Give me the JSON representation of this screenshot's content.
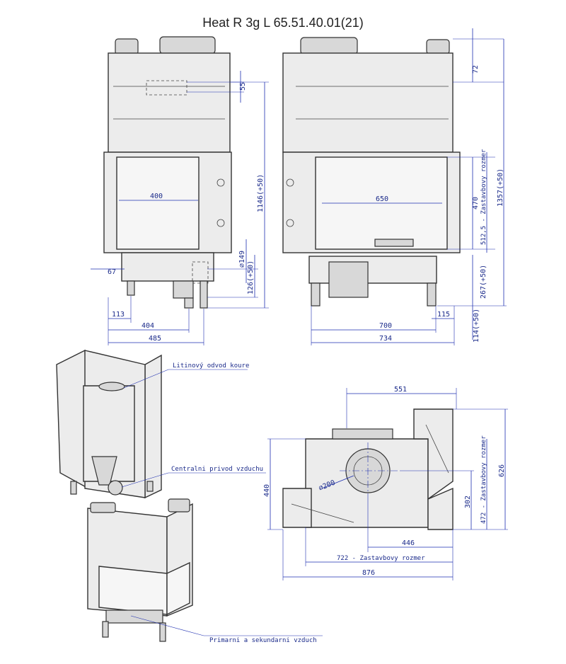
{
  "title": "Heat R 3g L 65.51.40.01(21)",
  "front_view": {
    "width_inner": "400",
    "top_slot": "55",
    "height_total": "1146(+50)",
    "duct_diameter": "∅149",
    "duct_height": "126(+50)",
    "left_offset": "67",
    "left_113": "113",
    "width_404": "404",
    "width_485": "485"
  },
  "side_view": {
    "top_72": "72",
    "inner_width": "650",
    "glass_height": "470",
    "build_dim": "512,5 - Zastavbovy rozmer",
    "total_height": "1357(+50)",
    "bottom_267": "267(+50)",
    "right_115": "115",
    "bottom_114": "114(+50)",
    "width_700": "700",
    "width_734": "734"
  },
  "plan_view": {
    "width_551": "551",
    "depth_626": "626",
    "depth_440": "440",
    "flue_diameter": "∅200",
    "dim_302": "302",
    "dim_472": "472 - Zastavbovy rozmer",
    "dim_446": "446",
    "dim_722": "722 - Zastavbovy rozmer",
    "dim_876": "876"
  },
  "callouts": {
    "flue": "Litinový odvod koure",
    "air_inlet": "Centralni privod vzduchu",
    "air_primary": "Primarni a sekundarni vzduch"
  }
}
